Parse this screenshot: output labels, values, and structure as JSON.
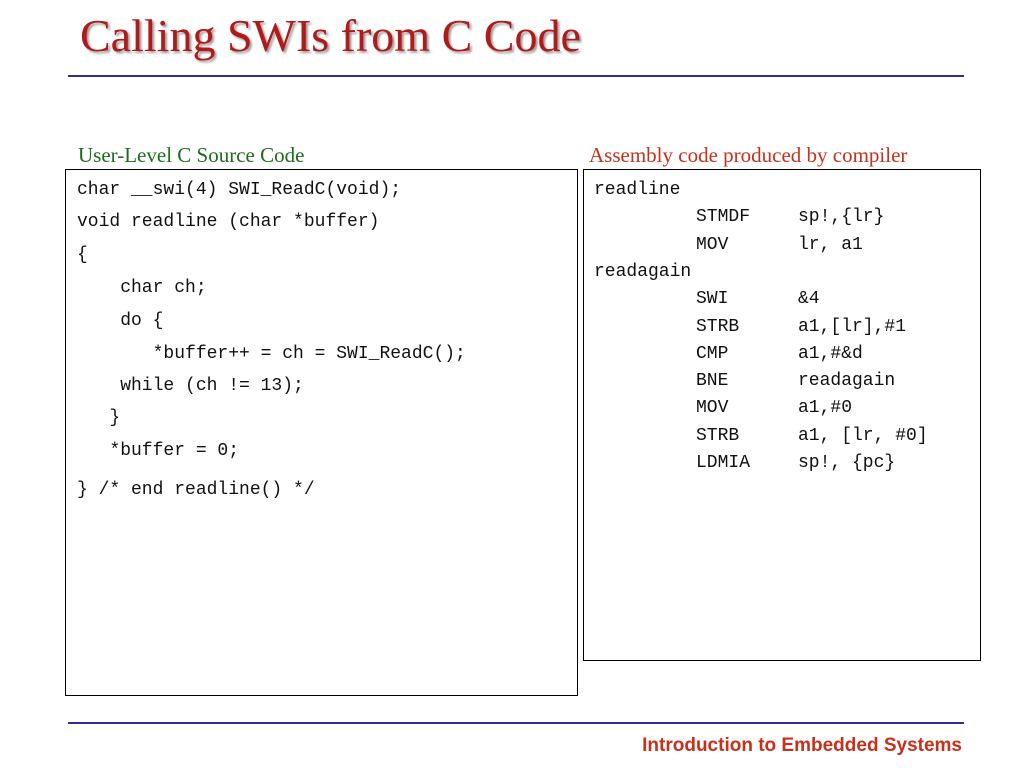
{
  "title": "Calling SWIs from C Code",
  "left_caption": "User-Level C Source Code",
  "right_caption": "Assembly code produced by compiler",
  "c_code": [
    "char __swi(4) SWI_ReadC(void);",
    "void readline (char *buffer)",
    "{",
    "    char ch;",
    "    do {",
    "       *buffer++ = ch = SWI_ReadC();",
    "    while (ch != 13);",
    "   }",
    "   *buffer = 0;",
    "} /* end readline() */"
  ],
  "asm_code": [
    {
      "label": "readline",
      "op": "",
      "args": ""
    },
    {
      "label": "",
      "op": "STMDF",
      "args": "sp!,{lr}"
    },
    {
      "label": "",
      "op": "MOV",
      "args": "lr, a1"
    },
    {
      "label": "readagain",
      "op": "",
      "args": ""
    },
    {
      "label": "",
      "op": "SWI",
      "args": "&4"
    },
    {
      "label": "",
      "op": "STRB",
      "args": "a1,[lr],#1"
    },
    {
      "label": "",
      "op": "CMP",
      "args": "a1,#&d"
    },
    {
      "label": "",
      "op": "BNE",
      "args": "readagain"
    },
    {
      "label": "",
      "op": "MOV",
      "args": "a1,#0"
    },
    {
      "label": "",
      "op": "STRB",
      "args": "a1, [lr, #0]"
    },
    {
      "label": "",
      "op": "LDMIA",
      "args": "sp!, {pc}"
    }
  ],
  "footer": "Introduction to Embedded Systems",
  "colors": {
    "title": "#b01a1a",
    "rule": "#2c2c9a",
    "left_caption": "#1e6b1e",
    "right_caption": "#c8301a",
    "footer": "#c8301a"
  }
}
